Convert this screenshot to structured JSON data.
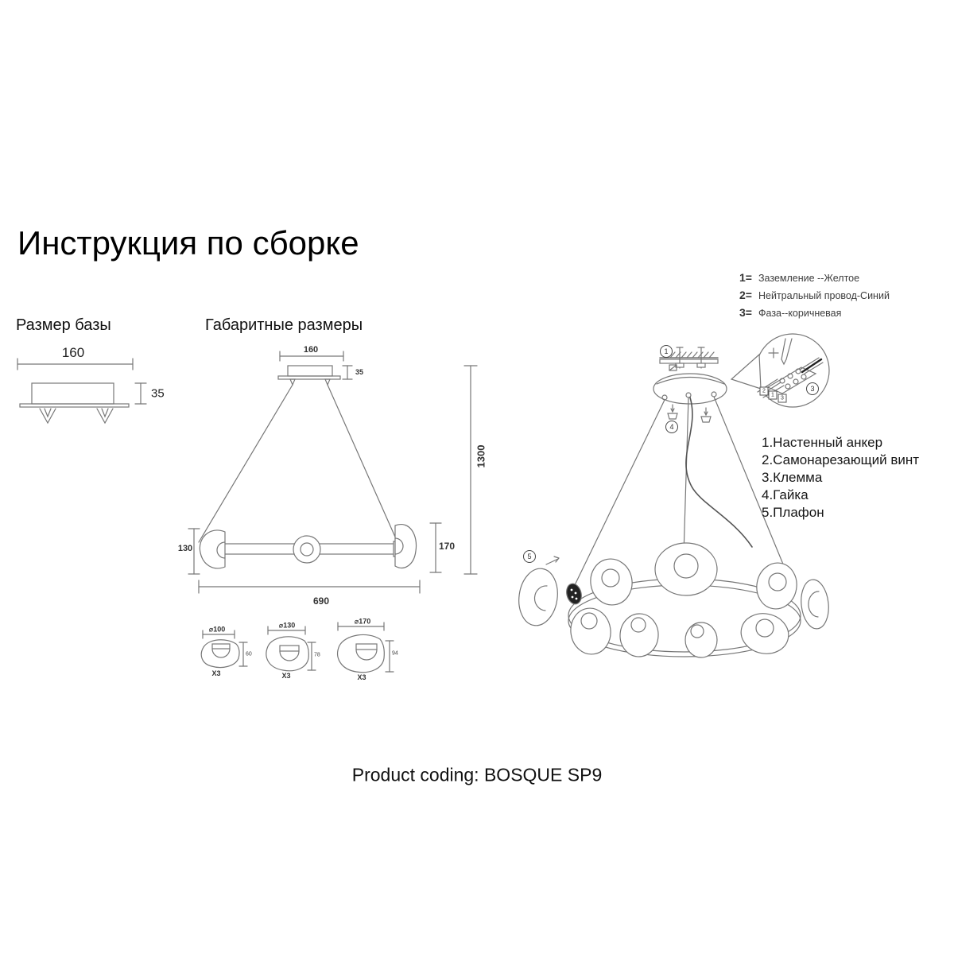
{
  "title": "Инструкция по сборке",
  "base_section": {
    "label": "Размер базы",
    "dim_width": "160",
    "dim_height": "35"
  },
  "overall_section": {
    "label": "Габаритные размеры",
    "dim_canopy_width": "160",
    "dim_canopy_height": "35",
    "dim_left_shade_height": "130",
    "dim_ring_height": "170",
    "dim_total_height": "1300",
    "dim_total_width": "690"
  },
  "shade_sizes": [
    {
      "diameter": "⌀100",
      "height": "60",
      "qty": "X3"
    },
    {
      "diameter": "⌀130",
      "height": "78",
      "qty": "X3"
    },
    {
      "diameter": "⌀170",
      "height": "94",
      "qty": "X3"
    }
  ],
  "wiring_legend": [
    {
      "num": "1=",
      "label": "Заземление --Желтое"
    },
    {
      "num": "2=",
      "label": "Нейтральный провод-Синий"
    },
    {
      "num": "3=",
      "label": "Фаза--коричневая"
    }
  ],
  "parts_list": [
    {
      "label": "1.Настенный анкер"
    },
    {
      "label": "2.Самонарезающий винт"
    },
    {
      "label": "3.Клемма"
    },
    {
      "label": "4.Гайка"
    },
    {
      "label": "5.Плафон"
    }
  ],
  "callouts": {
    "bracket": "1",
    "terminal": "3",
    "nut": "4",
    "shade": "5",
    "wire_tags": [
      "2",
      "1",
      "3"
    ]
  },
  "footer": {
    "product_coding": "Product coding: BOSQUE SP9"
  }
}
